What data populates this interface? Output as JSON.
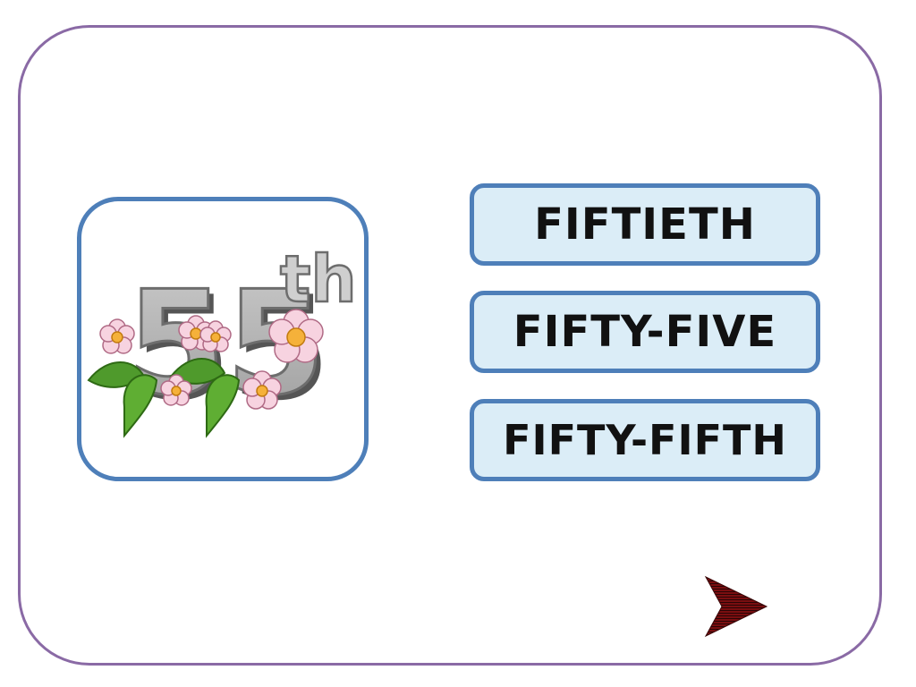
{
  "image_card": {
    "number_text": "55",
    "suffix_text": "th",
    "icon": "number-55th-flowers-icon"
  },
  "options": [
    {
      "label": "FIFTIETH"
    },
    {
      "label": "FIFTY-FIVE"
    },
    {
      "label": "FIFTY-FIFTH"
    }
  ],
  "navigation": {
    "next_icon": "next-arrow-icon"
  },
  "colors": {
    "frame_border": "#8a6aa5",
    "card_border": "#4e7fb9",
    "option_fill": "#dbedf7",
    "arrow_fill": "#7a0e10"
  }
}
